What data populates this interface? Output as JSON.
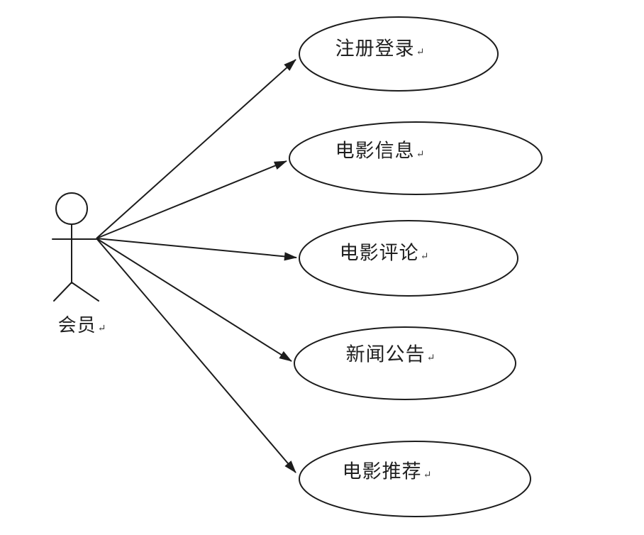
{
  "diagram": {
    "type": "uml-use-case",
    "paragraph_mark": "↵",
    "actor": {
      "label": "会员"
    },
    "usecases": [
      {
        "label": "注册登录"
      },
      {
        "label": "电影信息"
      },
      {
        "label": "电影评论"
      },
      {
        "label": "新闻公告"
      },
      {
        "label": "电影推荐"
      }
    ],
    "connections": [
      {
        "from": "会员",
        "to": "注册登录",
        "style": "solid-arrow"
      },
      {
        "from": "会员",
        "to": "电影信息",
        "style": "solid-arrow"
      },
      {
        "from": "会员",
        "to": "电影评论",
        "style": "solid-arrow"
      },
      {
        "from": "会员",
        "to": "新闻公告",
        "style": "solid-arrow"
      },
      {
        "from": "会员",
        "to": "电影推荐",
        "style": "solid-arrow"
      }
    ],
    "colors": {
      "stroke": "#1c1c1c",
      "background": "#ffffff",
      "text": "#1f1f1f"
    }
  }
}
